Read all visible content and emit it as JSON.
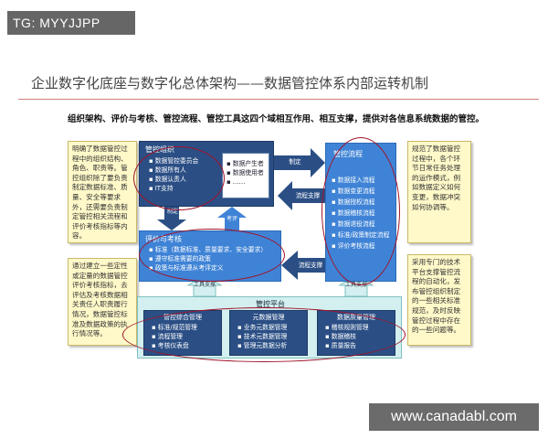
{
  "watermarks": {
    "top": "TG: MYYJJPP",
    "bottom": "www.canadabl.com"
  },
  "title": "企业数字化底座与数字化总体架构——数据管控体系内部运转机制",
  "intro": "组织架构、评价与考核、管控流程、管控工具这四个域相互作用、相互支撑，提供对各信息系统数据的管控。",
  "notes": {
    "left_top": "明确了数据管控过程中的组织结构、角色、职责等。管控组织除了要负责制定数据标准、质量、安全等要求外，还需要负责制定管控相关流程和评价考核指标等内容。",
    "left_bottom": "通过建立一些定性或定量的数据管控评价考核指标，去评估及考核数据相关责任人职责履行情况，数据管控标准及数据政策的执行情况等。",
    "right_top": "规范了数据管控过程中，各个环节日常任务处理的运作模式，例如数据定义如何变更，数据冲突如何协调等。",
    "right_bottom": "采用专门的技术平台支撑管控流程的自动化，发布管控组织制定的一些相关标准规范，及时反映管控过程中存在的一些问题等。"
  },
  "org": {
    "header": "管控组织",
    "items": [
      "数据管控委员会",
      "数据所有人",
      "数据认责人",
      "IT支持"
    ],
    "roles": [
      "数据产生者",
      "数据使用者",
      "……"
    ]
  },
  "eval": {
    "header": "评价与考核",
    "items": [
      "标准（数据标准、质量要求、安全要求）",
      "遵守标准需要的政策",
      "政策与标准遵从考评定义"
    ]
  },
  "process": {
    "header": "管控流程",
    "items": [
      "数据接入流程",
      "数据变更流程",
      "数据授权流程",
      "数据稽核流程",
      "数据退役流程",
      "标准/政策制定流程",
      "评价考核流程"
    ]
  },
  "platform": {
    "header": "管控平台",
    "groups": [
      {
        "title": "管控综合管理",
        "items": [
          "标准/规范管理",
          "流程管理",
          "考核仪表盘"
        ]
      },
      {
        "title": "元数据管理",
        "items": [
          "业务元数据管理",
          "技术元数据管理",
          "管理元数据分析"
        ]
      },
      {
        "title": "数据质量管理",
        "items": [
          "稽核规则管理",
          "数据稽核",
          "质量报告"
        ]
      }
    ]
  },
  "connectors": {
    "control": "制定",
    "flow_support_1": "流程支撑",
    "flow_support_2": "流程支撑",
    "down_control": "制定",
    "up_evaluate": "考评",
    "tool_left": "工具支撑",
    "tool_right": "工具支撑"
  },
  "colors": {
    "dark_block": "#2b4f85",
    "mid_block": "#3f83d6",
    "platform_bg": "#d3efef",
    "note_bg": "#fff9c9",
    "oval": "#a0142a"
  }
}
